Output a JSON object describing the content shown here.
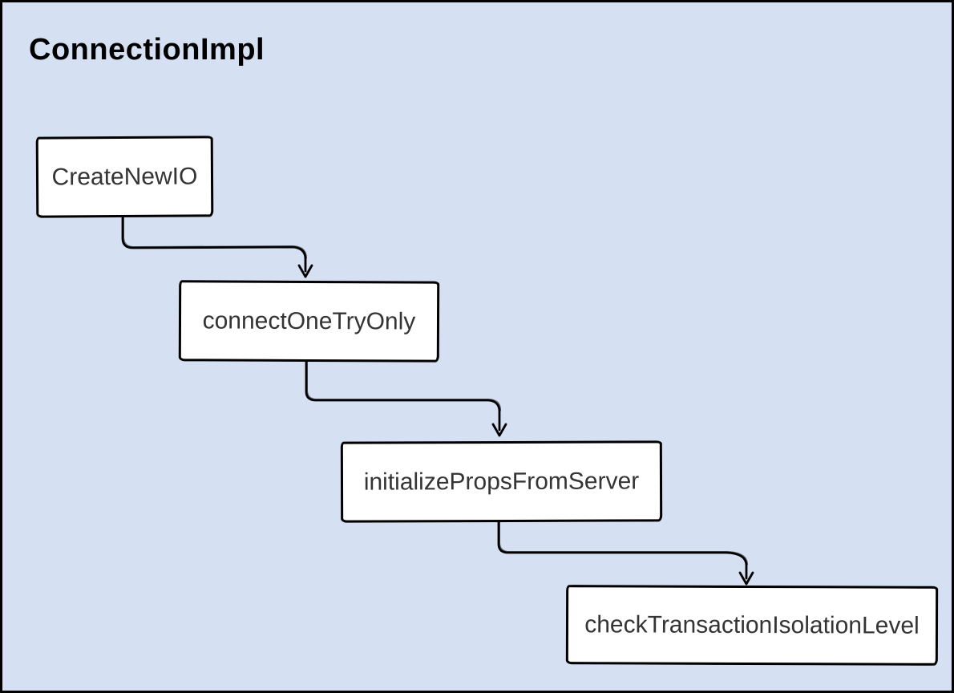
{
  "title": "ConnectionImpl",
  "colors": {
    "background": "#d5e0f2",
    "node_fill": "#ffffff",
    "node_border": "#000000",
    "node_text": "#343434",
    "connector": "#000000"
  },
  "nodes": [
    {
      "label": "CreateNewIO"
    },
    {
      "label": "connectOneTryOnly"
    },
    {
      "label": "initializePropsFromServer"
    },
    {
      "label": "checkTransactionIsolationLevel"
    }
  ],
  "edges": [
    {
      "from": "CreateNewIO",
      "to": "connectOneTryOnly"
    },
    {
      "from": "connectOneTryOnly",
      "to": "initializePropsFromServer"
    },
    {
      "from": "initializePropsFromServer",
      "to": "checkTransactionIsolationLevel"
    }
  ]
}
